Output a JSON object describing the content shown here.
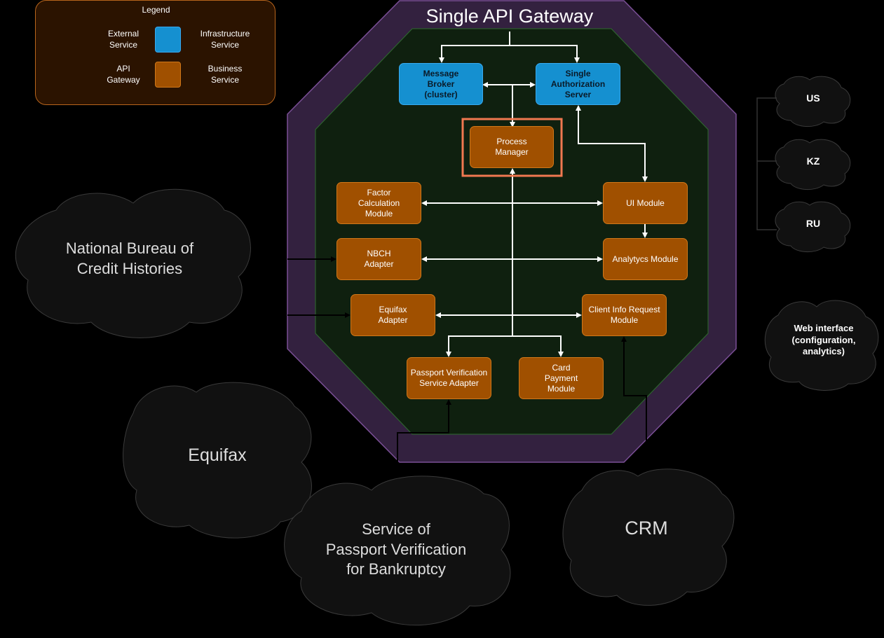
{
  "legend": {
    "title": "Legend",
    "external_service": "External\nService",
    "api_gateway": "API\nGateway",
    "infrastructure_service": "Infrastructure\nService",
    "business_service": "Business\nService"
  },
  "gateway": {
    "title": "Single API Gateway"
  },
  "infrastructure": {
    "message_broker": "Message\nBroker\n(cluster)",
    "auth_server": "Single\nAuthorization\nServer"
  },
  "business": {
    "process_manager": "Process\nManager",
    "factor_calc": "Factor\nCalculation\nModule",
    "ui_module": "UI Module",
    "nbch_adapter": "NBCH\nAdapter",
    "analytics_module": "Analytycs Module",
    "equifax_adapter": "Equifax\nAdapter",
    "client_info": "Client Info Request\nModule",
    "passport_adapter": "Passport Verification\nService Adapter",
    "card_payment": "Card\nPayment\nModule"
  },
  "external": {
    "nbch": "National Bureau of\nCredit Histories",
    "equifax": "Equifax",
    "passport_service": "Service of\nPassport Verification\nfor Bankruptcy",
    "crm": "CRM",
    "web_interface": "Web interface\n(configuration,\nanalytics)",
    "us": "US",
    "kz": "KZ",
    "ru": "RU"
  },
  "colors": {
    "background": "#000000",
    "gateway_outer": "#33213f",
    "gateway_inner": "#0f200f",
    "business": "#a05000",
    "infrastructure": "#1590d0",
    "highlight": "#f07850",
    "cloud": "#111111"
  }
}
